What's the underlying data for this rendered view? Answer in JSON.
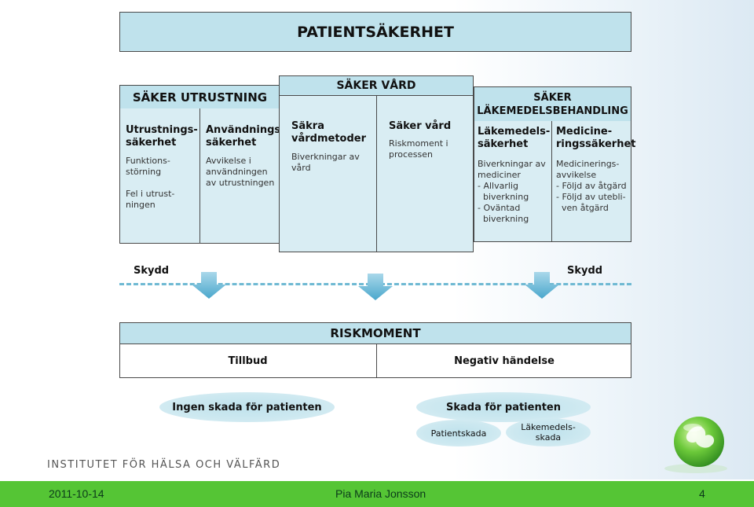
{
  "title": "PATIENTSÄKERHET",
  "sections": {
    "left": {
      "title": "SÄKER UTRUSTNING",
      "col1": {
        "head": "Utrustnings-\nsäkerhet",
        "body": "Funktions-\nstörning\n\nFel i utrust-\nningen"
      },
      "col2": {
        "head": "Användnings-\nsäkerhet",
        "body": "Avvikelse i\nanvändningen\nav utrustningen"
      }
    },
    "mid": {
      "title": "SÄKER VÅRD",
      "col1": {
        "head": "Säkra\nvårdmetoder",
        "body": "Biverkningar av\nvård"
      },
      "col2": {
        "head": "Säker vård",
        "body": "Riskmoment i\nprocessen"
      }
    },
    "right": {
      "title": "SÄKER\nLÄKEMEDELSBEHANDLING",
      "col1": {
        "head": "Läkemedels-\nsäkerhet",
        "body": "Biverkningar av\nmediciner\n- Allvarlig\n  biverkning\n- Oväntad\n  biverkning"
      },
      "col2": {
        "head": "Medicine-\nringssäkerhet",
        "body": "Medicinerings-\navvikelse\n- Följd av åtgärd\n- Följd av utebli-\n  ven åtgärd"
      }
    }
  },
  "skydd_left": "Skydd",
  "skydd_right": "Skydd",
  "riskmoment": {
    "title": "RISKMOMENT",
    "left": "Tillbud",
    "right": "Negativ händelse"
  },
  "outcomes": {
    "no_harm": "Ingen skada för patienten",
    "harm": "Skada för patienten",
    "harm_patient": "Patientskada",
    "harm_drug": "Läkemedels-\nskada"
  },
  "brand": "INSTITUTET FÖR HÄLSA OCH VÄLFÄRD",
  "footer": {
    "date": "2011-10-14",
    "author": "Pia Maria Jonsson",
    "page": "4"
  },
  "colors": {
    "box_fill": "#d9edf3",
    "header_fill": "#bfe2ec",
    "arrow": "#5ab0d0",
    "footer": "#55c535"
  }
}
